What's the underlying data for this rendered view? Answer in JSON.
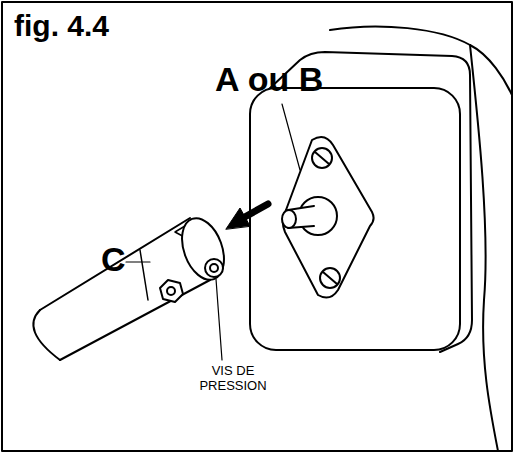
{
  "diagram": {
    "title": "fig. 4.4",
    "labels": [
      "A ou B",
      "C",
      "VIS DE PRESSION"
    ]
  }
}
